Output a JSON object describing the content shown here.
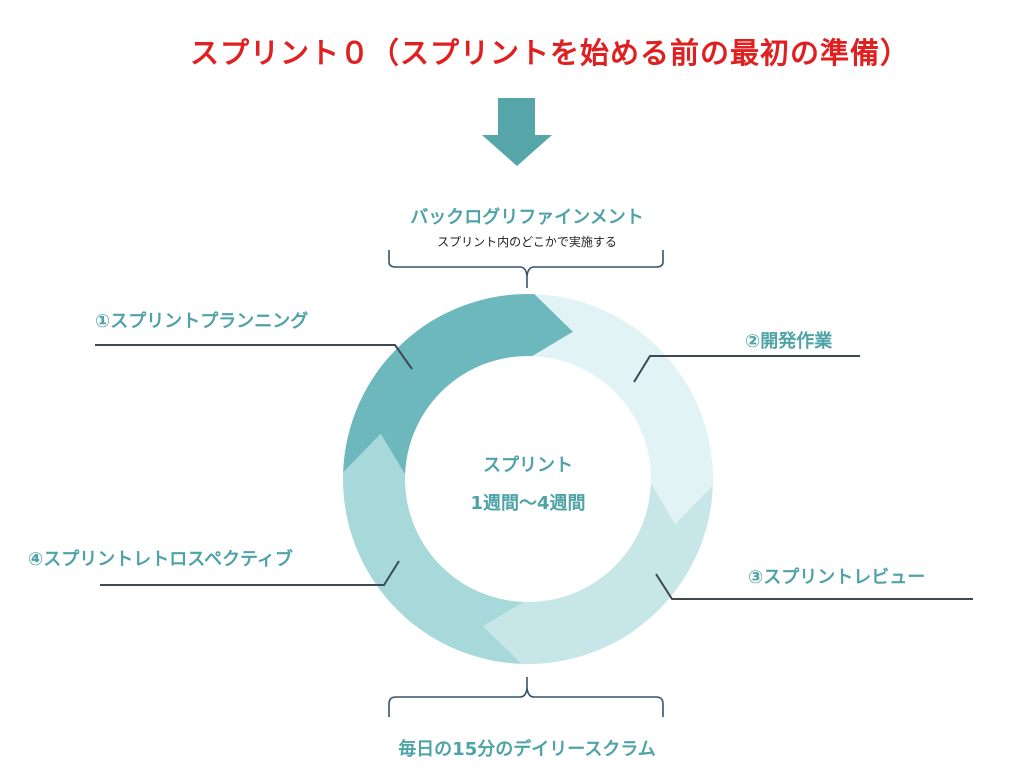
{
  "title": "スプリント０（スプリントを始める前の最初の準備）",
  "backlog": {
    "title": "バックログリファインメント",
    "note": "スプリント内のどこかで実施する"
  },
  "center": {
    "line1": "スプリント",
    "line2": "1週間〜4週間"
  },
  "steps": [
    {
      "label": "①スプリントプランニング"
    },
    {
      "label": "②開発作業"
    },
    {
      "label": "③スプリントレビュー"
    },
    {
      "label": "④スプリントレトロスペクティブ"
    }
  ],
  "daily": "毎日の15分のデイリースクラム",
  "colors": {
    "title": "#e02020",
    "accent": "#4fa3a6",
    "arrow": "#55a5a9",
    "seg1": "#6cb8bc",
    "seg2": "#e2f3f5",
    "seg3": "#c6e6e7",
    "seg4": "#a8d9da",
    "line": "#3d4a55",
    "brace": "#34546e"
  }
}
